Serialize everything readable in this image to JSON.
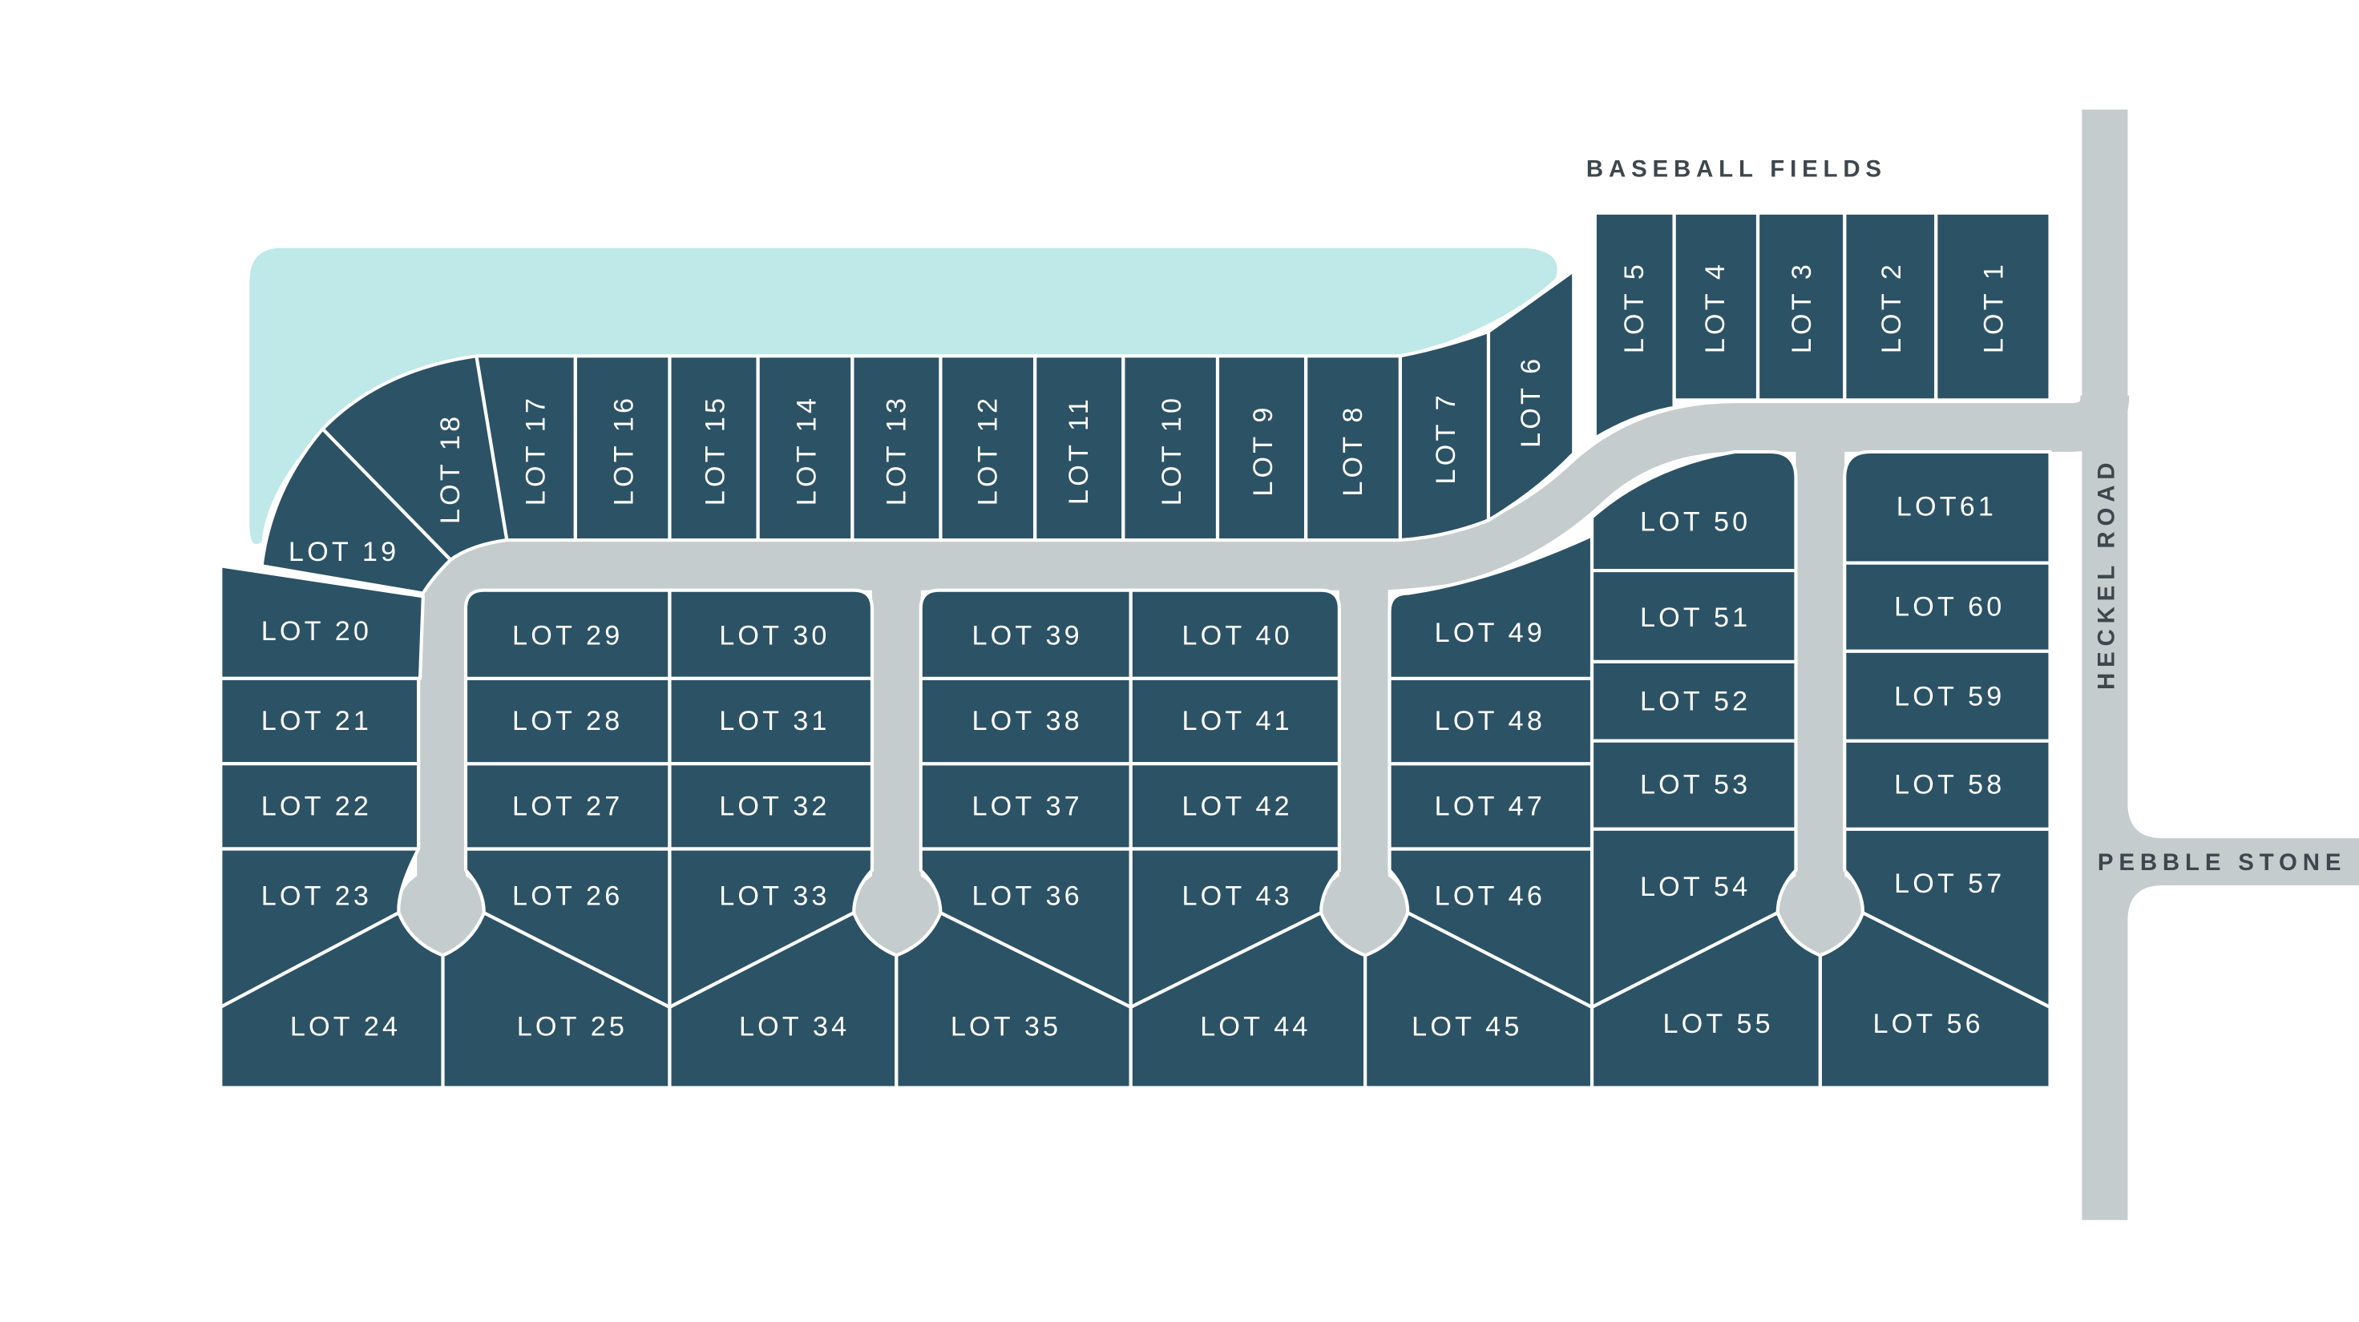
{
  "colors": {
    "lot_fill": "#2c5265",
    "road": "#c5cccd",
    "pond": "#bfe8e8",
    "lot_outline": "#ffffff",
    "street_label": "#3d474d",
    "background": "#ffffff"
  },
  "area_labels": {
    "baseball_fields": "BASEBALL FIELDS",
    "heckel_road": "HECKEL ROAD",
    "pebble_stone": "PEBBLE STONE"
  },
  "lots": [
    {
      "id": "lot-1",
      "label": "LOT 1"
    },
    {
      "id": "lot-2",
      "label": "LOT 2"
    },
    {
      "id": "lot-3",
      "label": "LOT 3"
    },
    {
      "id": "lot-4",
      "label": "LOT 4"
    },
    {
      "id": "lot-5",
      "label": "LOT 5"
    },
    {
      "id": "lot-6",
      "label": "LOT 6"
    },
    {
      "id": "lot-7",
      "label": "LOT 7"
    },
    {
      "id": "lot-8",
      "label": "LOT 8"
    },
    {
      "id": "lot-9",
      "label": "LOT 9"
    },
    {
      "id": "lot-10",
      "label": "LOT 10"
    },
    {
      "id": "lot-11",
      "label": "LOT 11"
    },
    {
      "id": "lot-12",
      "label": "LOT 12"
    },
    {
      "id": "lot-13",
      "label": "LOT 13"
    },
    {
      "id": "lot-14",
      "label": "LOT 14"
    },
    {
      "id": "lot-15",
      "label": "LOT 15"
    },
    {
      "id": "lot-16",
      "label": "LOT 16"
    },
    {
      "id": "lot-17",
      "label": "LOT 17"
    },
    {
      "id": "lot-18",
      "label": "LOT 18"
    },
    {
      "id": "lot-19",
      "label": "LOT 19"
    },
    {
      "id": "lot-20",
      "label": "LOT 20"
    },
    {
      "id": "lot-21",
      "label": "LOT 21"
    },
    {
      "id": "lot-22",
      "label": "LOT 22"
    },
    {
      "id": "lot-23",
      "label": "LOT 23"
    },
    {
      "id": "lot-24",
      "label": "LOT 24"
    },
    {
      "id": "lot-25",
      "label": "LOT 25"
    },
    {
      "id": "lot-26",
      "label": "LOT 26"
    },
    {
      "id": "lot-27",
      "label": "LOT 27"
    },
    {
      "id": "lot-28",
      "label": "LOT 28"
    },
    {
      "id": "lot-29",
      "label": "LOT 29"
    },
    {
      "id": "lot-30",
      "label": "LOT 30"
    },
    {
      "id": "lot-31",
      "label": "LOT 31"
    },
    {
      "id": "lot-32",
      "label": "LOT 32"
    },
    {
      "id": "lot-33",
      "label": "LOT 33"
    },
    {
      "id": "lot-34",
      "label": "LOT 34"
    },
    {
      "id": "lot-35",
      "label": "LOT 35"
    },
    {
      "id": "lot-36",
      "label": "LOT 36"
    },
    {
      "id": "lot-37",
      "label": "LOT 37"
    },
    {
      "id": "lot-38",
      "label": "LOT 38"
    },
    {
      "id": "lot-39",
      "label": "LOT 39"
    },
    {
      "id": "lot-40",
      "label": "LOT 40"
    },
    {
      "id": "lot-41",
      "label": "LOT 41"
    },
    {
      "id": "lot-42",
      "label": "LOT 42"
    },
    {
      "id": "lot-43",
      "label": "LOT 43"
    },
    {
      "id": "lot-44",
      "label": "LOT 44"
    },
    {
      "id": "lot-45",
      "label": "LOT 45"
    },
    {
      "id": "lot-46",
      "label": "LOT 46"
    },
    {
      "id": "lot-47",
      "label": "LOT 47"
    },
    {
      "id": "lot-48",
      "label": "LOT 48"
    },
    {
      "id": "lot-49",
      "label": "LOT 49"
    },
    {
      "id": "lot-50",
      "label": "LOT 50"
    },
    {
      "id": "lot-51",
      "label": "LOT 51"
    },
    {
      "id": "lot-52",
      "label": "LOT 52"
    },
    {
      "id": "lot-53",
      "label": "LOT 53"
    },
    {
      "id": "lot-54",
      "label": "LOT 54"
    },
    {
      "id": "lot-55",
      "label": "LOT 55"
    },
    {
      "id": "lot-56",
      "label": "LOT 56"
    },
    {
      "id": "lot-57",
      "label": "LOT 57"
    },
    {
      "id": "lot-58",
      "label": "LOT 58"
    },
    {
      "id": "lot-59",
      "label": "LOT 59"
    },
    {
      "id": "lot-60",
      "label": "LOT 60"
    },
    {
      "id": "lot-61",
      "label": "LOT61"
    }
  ]
}
